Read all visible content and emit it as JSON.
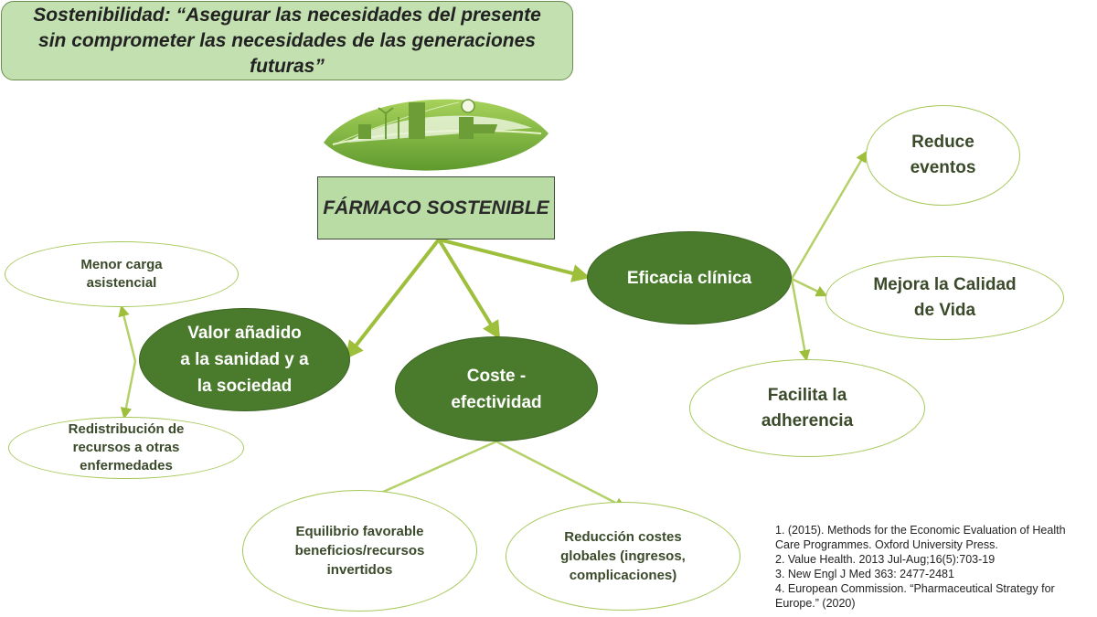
{
  "title_lines": [
    "Sostenibilidad: “Asegurar las necesidades del presente sin",
    "comprometer las necesidades de las generaciones futuras”"
  ],
  "center_label": "FÁRMACO SOSTENIBLE",
  "nodes": {
    "valor": [
      "Valor añadido",
      "a la sanidad y a",
      "la sociedad"
    ],
    "coste": [
      "Coste -",
      "efectividad"
    ],
    "eficacia": [
      "Eficacia clínica"
    ],
    "menor_carga": [
      "Menor carga",
      "asistencial"
    ],
    "redistribucion": [
      "Redistribución de",
      "recursos a otras",
      "enfermedades"
    ],
    "equilibrio": [
      "Equilibrio favorable",
      "beneficios/recursos",
      "invertidos"
    ],
    "reduccion_costes": [
      "Reducción costes",
      "globales (ingresos,",
      "complicaciones)"
    ],
    "reduce_eventos": [
      "Reduce",
      "eventos"
    ],
    "calidad_vida": [
      "Mejora la Calidad",
      "de Vida"
    ],
    "adherencia": [
      "Facilita la",
      "adherencia"
    ]
  },
  "references": [
    "1. (2015). Methods for the Economic Evaluation of Health Care Programmes. Oxford University Press.",
    "2. Value Health. 2013 Jul-Aug;16(5):703-19",
    "3. New Engl J Med 363: 2477-2481",
    "4. European Commission. “Pharmaceutical Strategy for Europe.” (2020)"
  ],
  "colors": {
    "dark_node": "#4a7a2c",
    "light_border": "#a6c85a",
    "arrow": "#9dbf3c",
    "center_fill": "#b9dba4",
    "title_fill": "#c3e0b0"
  }
}
